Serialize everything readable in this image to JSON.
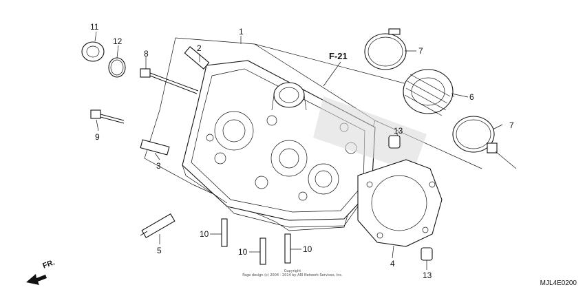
{
  "diagram": {
    "callouts": [
      {
        "id": "c1",
        "text": "1"
      },
      {
        "id": "c2",
        "text": "2"
      },
      {
        "id": "c3",
        "text": "3"
      },
      {
        "id": "c4",
        "text": "4"
      },
      {
        "id": "c5",
        "text": "5"
      },
      {
        "id": "c6",
        "text": "6"
      },
      {
        "id": "c7a",
        "text": "7"
      },
      {
        "id": "c7b",
        "text": "7"
      },
      {
        "id": "c8",
        "text": "8"
      },
      {
        "id": "c9",
        "text": "9"
      },
      {
        "id": "c10a",
        "text": "10"
      },
      {
        "id": "c10b",
        "text": "10"
      },
      {
        "id": "c10c",
        "text": "10"
      },
      {
        "id": "c11",
        "text": "11"
      },
      {
        "id": "c12",
        "text": "12"
      },
      {
        "id": "c13a",
        "text": "13"
      },
      {
        "id": "c13b",
        "text": "13"
      }
    ],
    "reference_label": "F-21",
    "front_label": "FR.",
    "copyright_line1": "Copyright",
    "copyright_line2": "Page design (c) 2004 - 2014 by ARI Network Services, Inc.",
    "diagram_code": "MJL4E0200"
  }
}
